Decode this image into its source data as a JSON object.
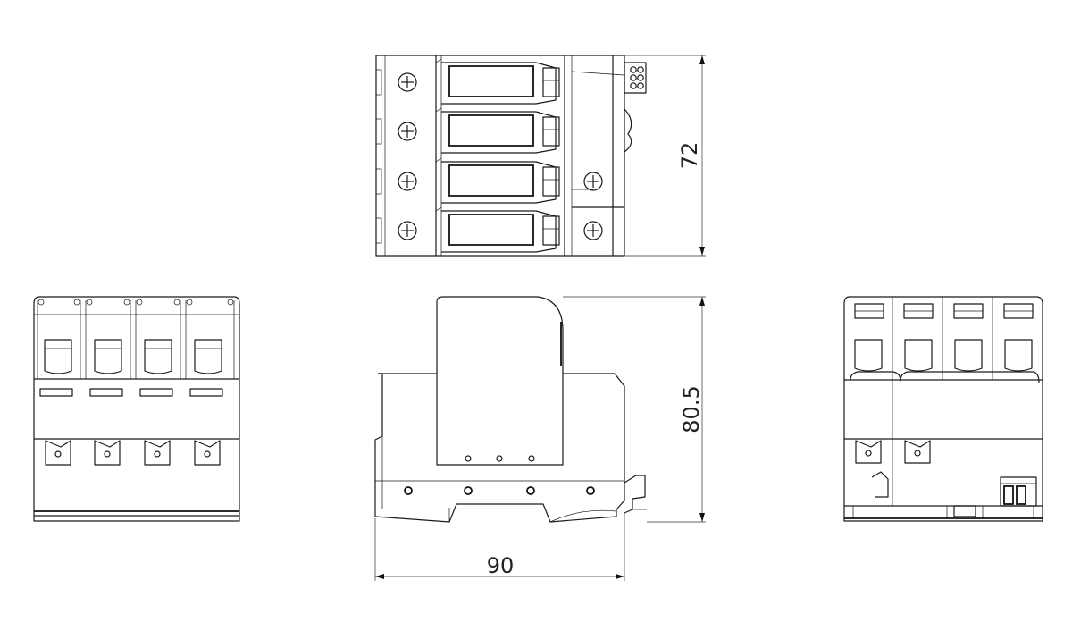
{
  "dimensions": {
    "height_top_view": "72",
    "height_side_view": "80.5",
    "width_side_view": "90"
  }
}
